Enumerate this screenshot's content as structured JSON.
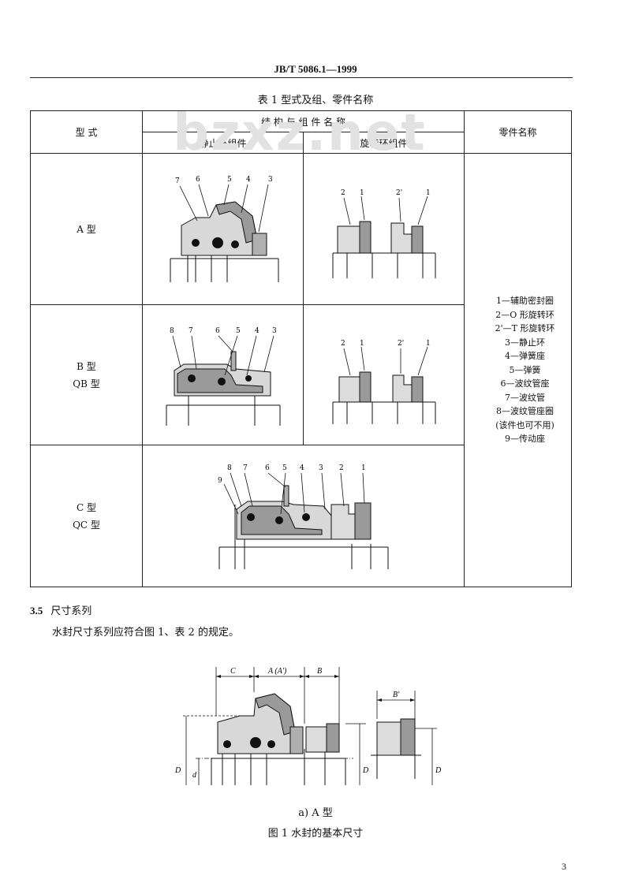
{
  "header": {
    "standard": "JB/T  5086.1—1999"
  },
  "table": {
    "caption": "表 1   型式及组、零件名称",
    "watermark": "bzxz.net",
    "col_type": "型    式",
    "col_structure": "结 构 与 组 件 名 称",
    "col_stationary": "静止环组件",
    "col_rotating": "旋转环组件",
    "col_parts": "零件名称",
    "rows": [
      {
        "label": "A  型",
        "label2": ""
      },
      {
        "label": "B  型",
        "label2": "QB 型"
      },
      {
        "label": "C  型",
        "label2": "QC 型"
      }
    ],
    "parts": [
      "1—辅助密封圈",
      "2—O 形旋转环",
      "2'—T 形旋转环",
      "3—静止环",
      "4—弹簧座",
      "5—弹簧",
      "6—波纹管座",
      "7—波纹管",
      "8—波纹管座圈",
      "(该件也可不用)",
      "9—传动座"
    ],
    "callouts_a_stationary": [
      "7",
      "6",
      "5",
      "4",
      "3"
    ],
    "callouts_a_rotating": [
      "2",
      "1",
      "2'",
      "1"
    ],
    "callouts_b_stationary": [
      "8",
      "7",
      "6",
      "5",
      "4",
      "3"
    ],
    "callouts_b_rotating": [
      "2",
      "1",
      "2'",
      "1"
    ],
    "callouts_c": [
      "8",
      "7",
      "6",
      "5",
      "4",
      "3",
      "2",
      "1",
      "9"
    ]
  },
  "section": {
    "number": "3.5",
    "title": "尺寸系列",
    "text": "水封尺寸系列应符合图 1、表 2 的规定。"
  },
  "figure": {
    "dim_c": "C",
    "dim_a": "A (A')",
    "dim_b": "B",
    "dim_b2": "B'",
    "dim_d1": "D",
    "dim_d": "d",
    "dim_d2": "D",
    "dim_d3": "D",
    "subcaption": "a) A 型",
    "caption": "图 1   水封的基本尺寸"
  },
  "page_number": "3"
}
